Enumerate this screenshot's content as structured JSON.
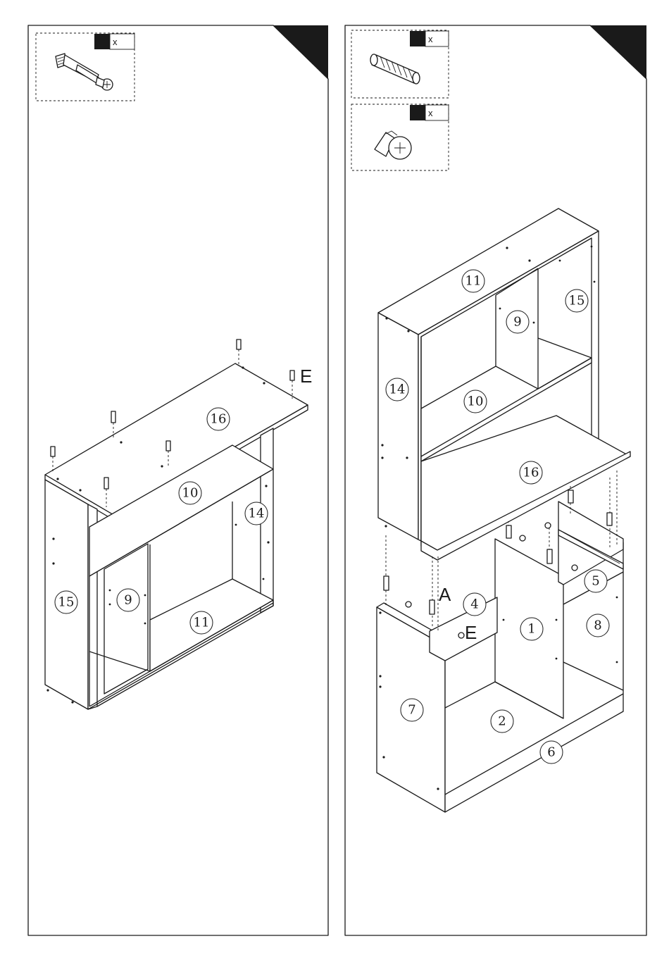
{
  "left_panel": {
    "hardware": [
      {
        "name": "cam-bolt",
        "qty_suffix": "x"
      }
    ],
    "part_numbers": [
      "16",
      "10",
      "14",
      "15",
      "9",
      "11"
    ],
    "letters": [
      "E"
    ]
  },
  "right_panel": {
    "hardware": [
      {
        "name": "wooden-dowel",
        "qty_suffix": "x"
      },
      {
        "name": "cam-lock",
        "qty_suffix": "x"
      }
    ],
    "part_numbers": [
      "11",
      "9",
      "15",
      "14",
      "10",
      "16",
      "5",
      "4",
      "1",
      "8",
      "7",
      "2",
      "6"
    ],
    "letters": [
      "A",
      "E"
    ]
  }
}
